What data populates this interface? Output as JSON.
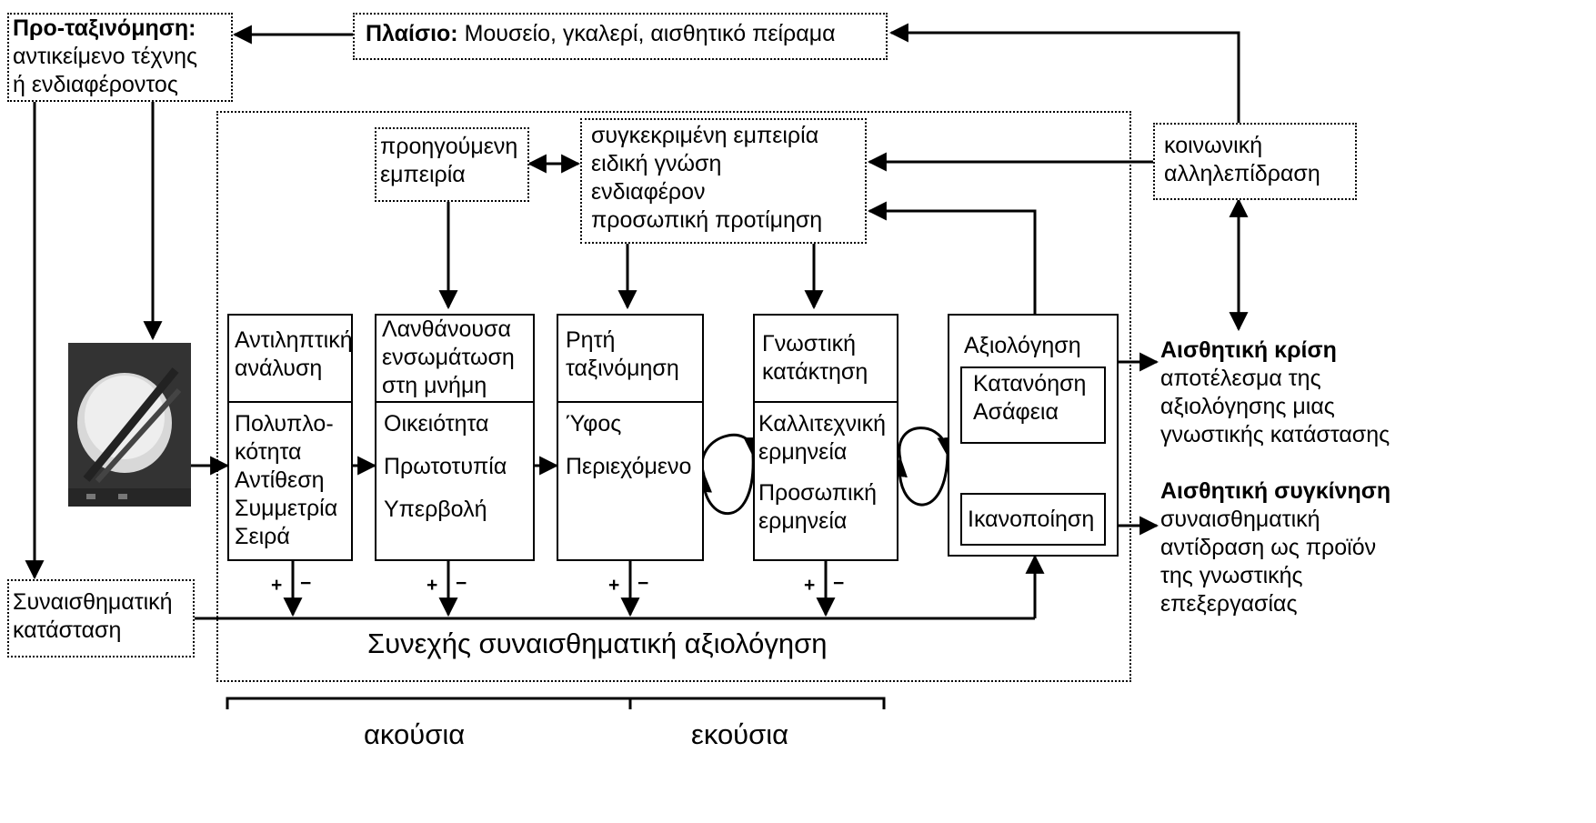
{
  "context": {
    "bold": "Πλαίσιο:",
    "text": " Μουσείο, γκαλερί, αισθητικό πείραμα"
  },
  "preclass": {
    "bold": "Προ-ταξινόμηση:",
    "lines": [
      "αντικείμενο τέχνης",
      "ή ενδιαφέροντος"
    ]
  },
  "prior_experience": [
    "προηγούμενη",
    "εμπειρία"
  ],
  "expertise": [
    "συγκεκριμένη εμπειρία",
    "ειδική γνώση",
    "ενδιαφέρον",
    "προσωπική προτίμηση"
  ],
  "social": [
    "κοινωνική",
    "αλληλεπίδραση"
  ],
  "emotional_state": [
    "Συναισθηματική",
    "κατάσταση"
  ],
  "stages": [
    {
      "title": [
        "Αντιληπτική",
        "ανάλυση"
      ],
      "items": [
        "Πολυπλο-",
        "κότητα",
        "Αντίθεση",
        "Συμμετρία",
        "Σειρά"
      ]
    },
    {
      "title": [
        "Λανθάνουσα",
        "ενσωμάτωση",
        "στη μνήμη"
      ],
      "items": [
        "Οικειότητα",
        "Πρωτοτυπία",
        "Υπερβολή"
      ]
    },
    {
      "title": [
        "Ρητή",
        "ταξινόμηση"
      ],
      "items": [
        "Ύφος",
        "Περιεχόμενο"
      ]
    },
    {
      "title": [
        "Γνωστική",
        "κατάκτηση"
      ],
      "items": [
        "Καλλιτεχνική",
        "ερμηνεία",
        "Προσωπική",
        "ερμηνεία"
      ]
    }
  ],
  "evaluation": {
    "title": "Αξιολόγηση",
    "inner": [
      "Κατανόηση",
      "Ασάφεια"
    ],
    "satisfaction": "Ικανοποίηση"
  },
  "plus_minus": {
    "plus": "+",
    "minus": "−"
  },
  "continuous": "Συνεχής συναισθηματική αξιολόγηση",
  "judgment": {
    "title": "Αισθητική κρίση",
    "lines": [
      "αποτέλεσμα της",
      "αξιολόγησης μιας",
      "γνωστικής κατάστασης"
    ]
  },
  "emotion": {
    "title": "Αισθητική συγκίνηση",
    "lines": [
      "συναισθηματική",
      "αντίδραση ως προϊόν",
      "της γνωστικής",
      "επεξεργασίας"
    ]
  },
  "bracket": {
    "left": "ακούσια",
    "right": "εκούσια"
  },
  "colors": {
    "text_accent": "#1a1a1a"
  }
}
